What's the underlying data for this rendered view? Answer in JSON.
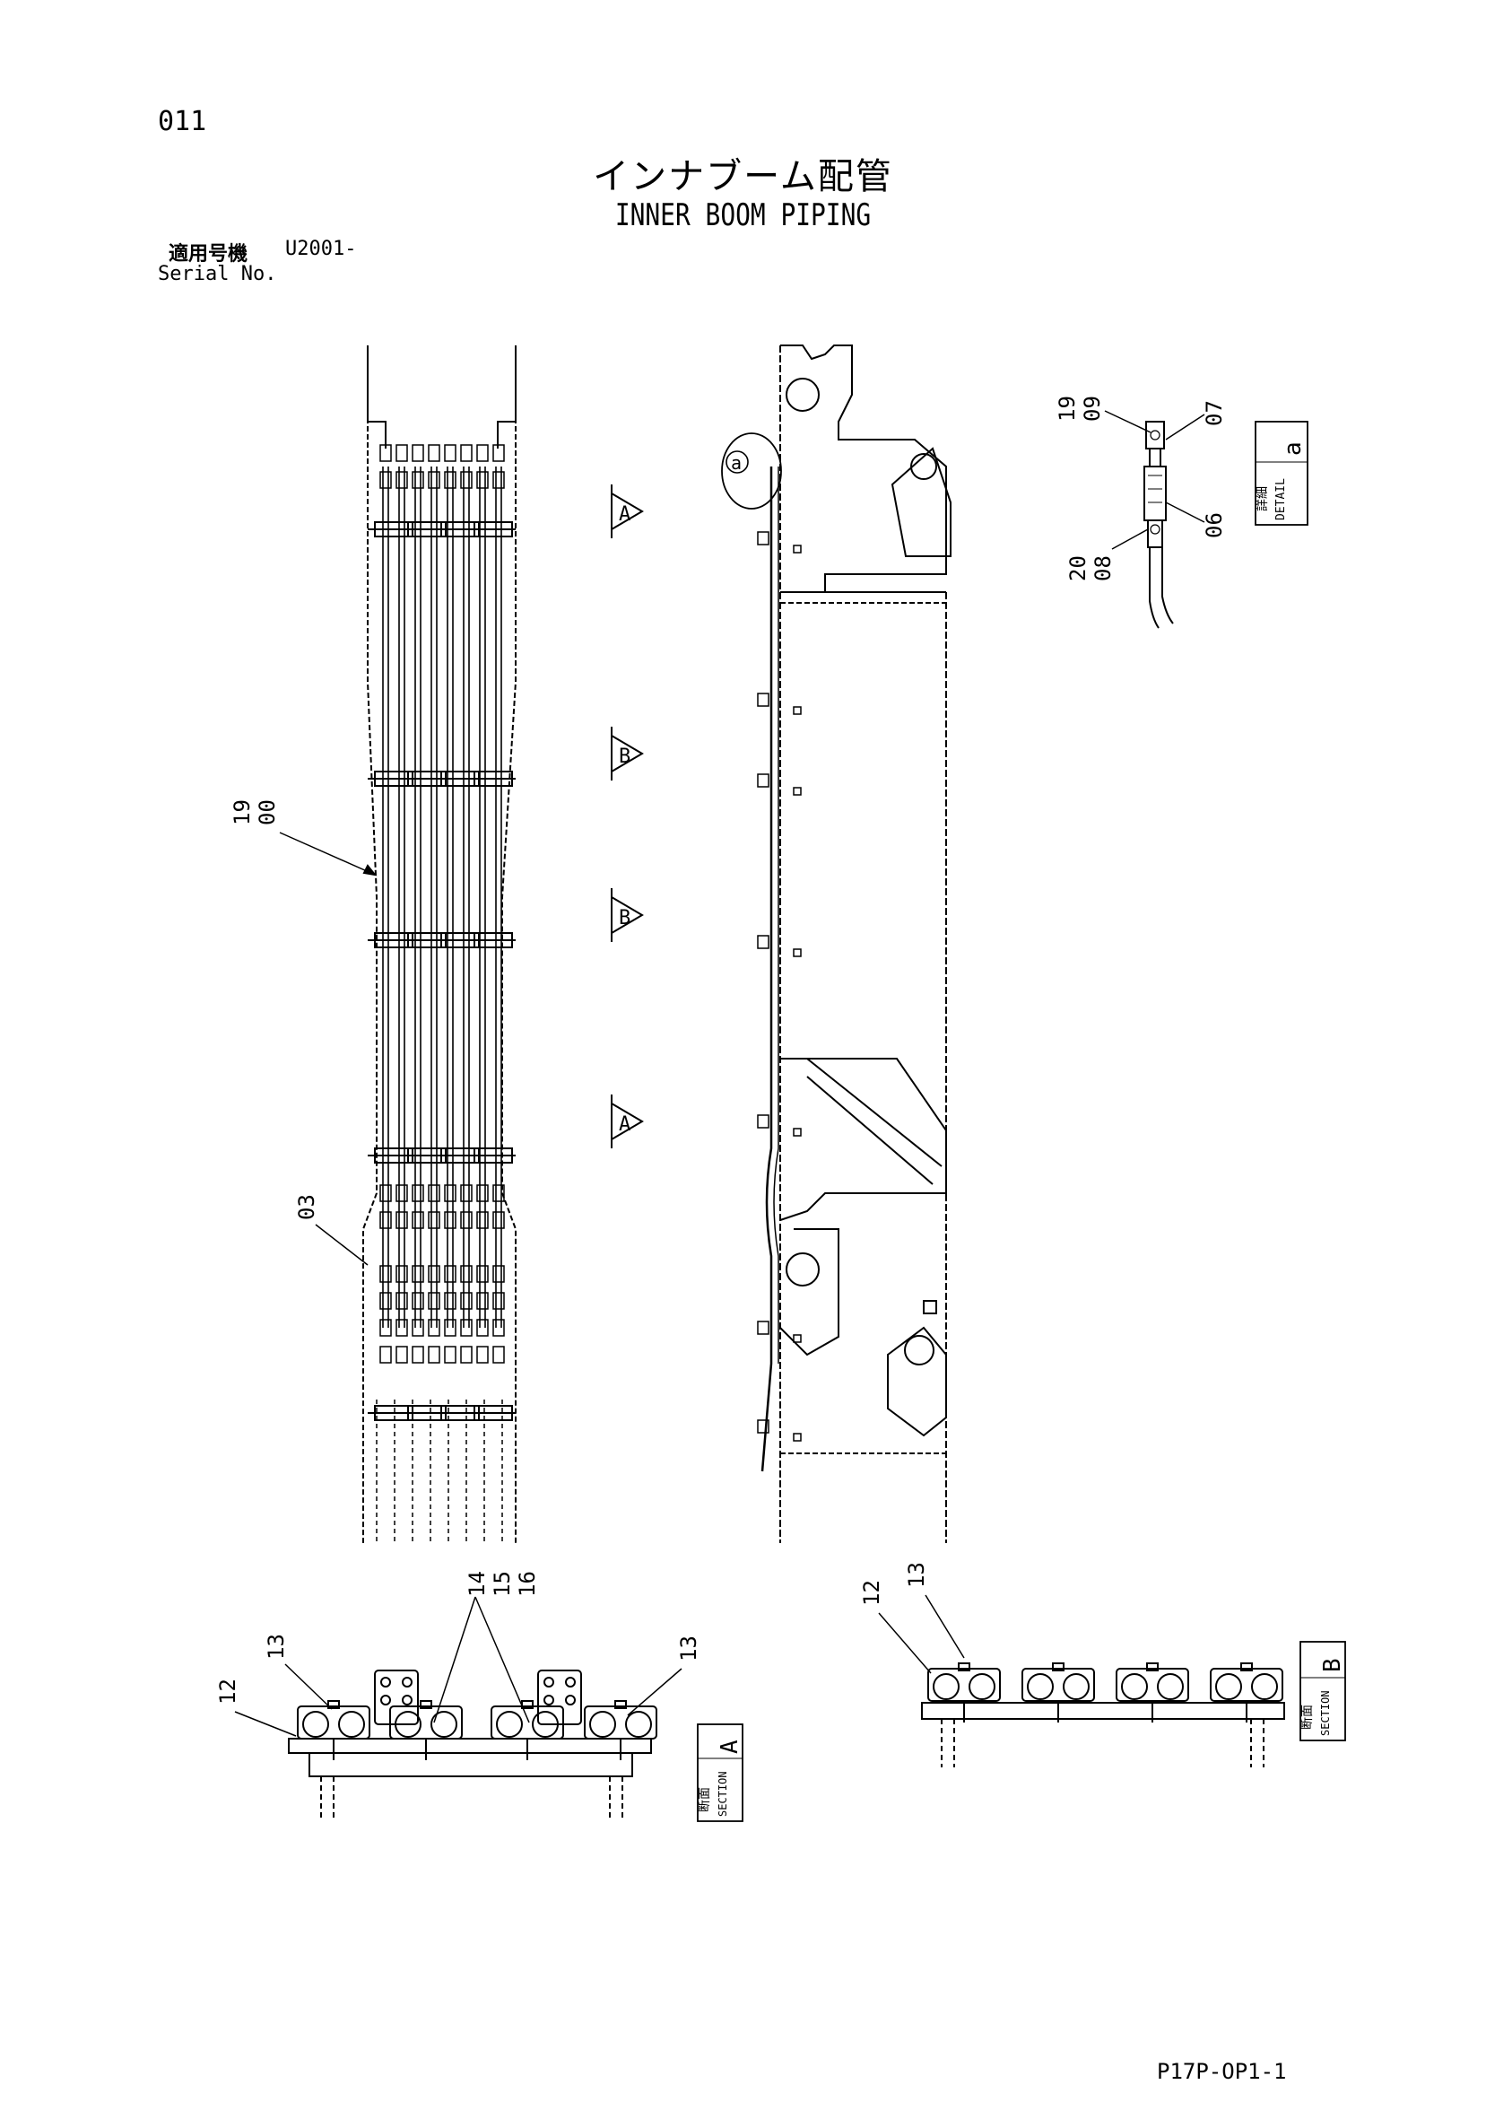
{
  "page_number": "011",
  "title_jp": "インナブーム配管",
  "title_en": "INNER BOOM PIPING",
  "serial_label_jp": "適用号機",
  "serial_value": "U2001-",
  "serial_label_en": "Serial No.",
  "doc_code": "P17P-OP1-1",
  "callouts": {
    "c19_00_a": "19",
    "c19_00_b": "00",
    "c03": "03",
    "c19_09_a": "19",
    "c19_09_b": "09",
    "c07": "07",
    "c06": "06",
    "c20_08_a": "20",
    "c20_08_b": "08",
    "c12_a": "12",
    "c13_a1": "13",
    "c14": "14",
    "c15": "15",
    "c16": "16",
    "c13_a2": "13",
    "c12_b": "12",
    "c13_b": "13",
    "detail_marker": "a"
  },
  "section_markers": {
    "a_top": "A",
    "b_upper": "B",
    "b_lower": "B",
    "a_bottom": "A"
  },
  "labels": {
    "detail_jp": "詳細",
    "detail_en": "DETAIL",
    "detail_letter": "a",
    "section_a_jp": "断面",
    "section_a_en": "SECTION",
    "section_a_letter": "A",
    "section_b_jp": "断面",
    "section_b_en": "SECTION",
    "section_b_letter": "B"
  }
}
